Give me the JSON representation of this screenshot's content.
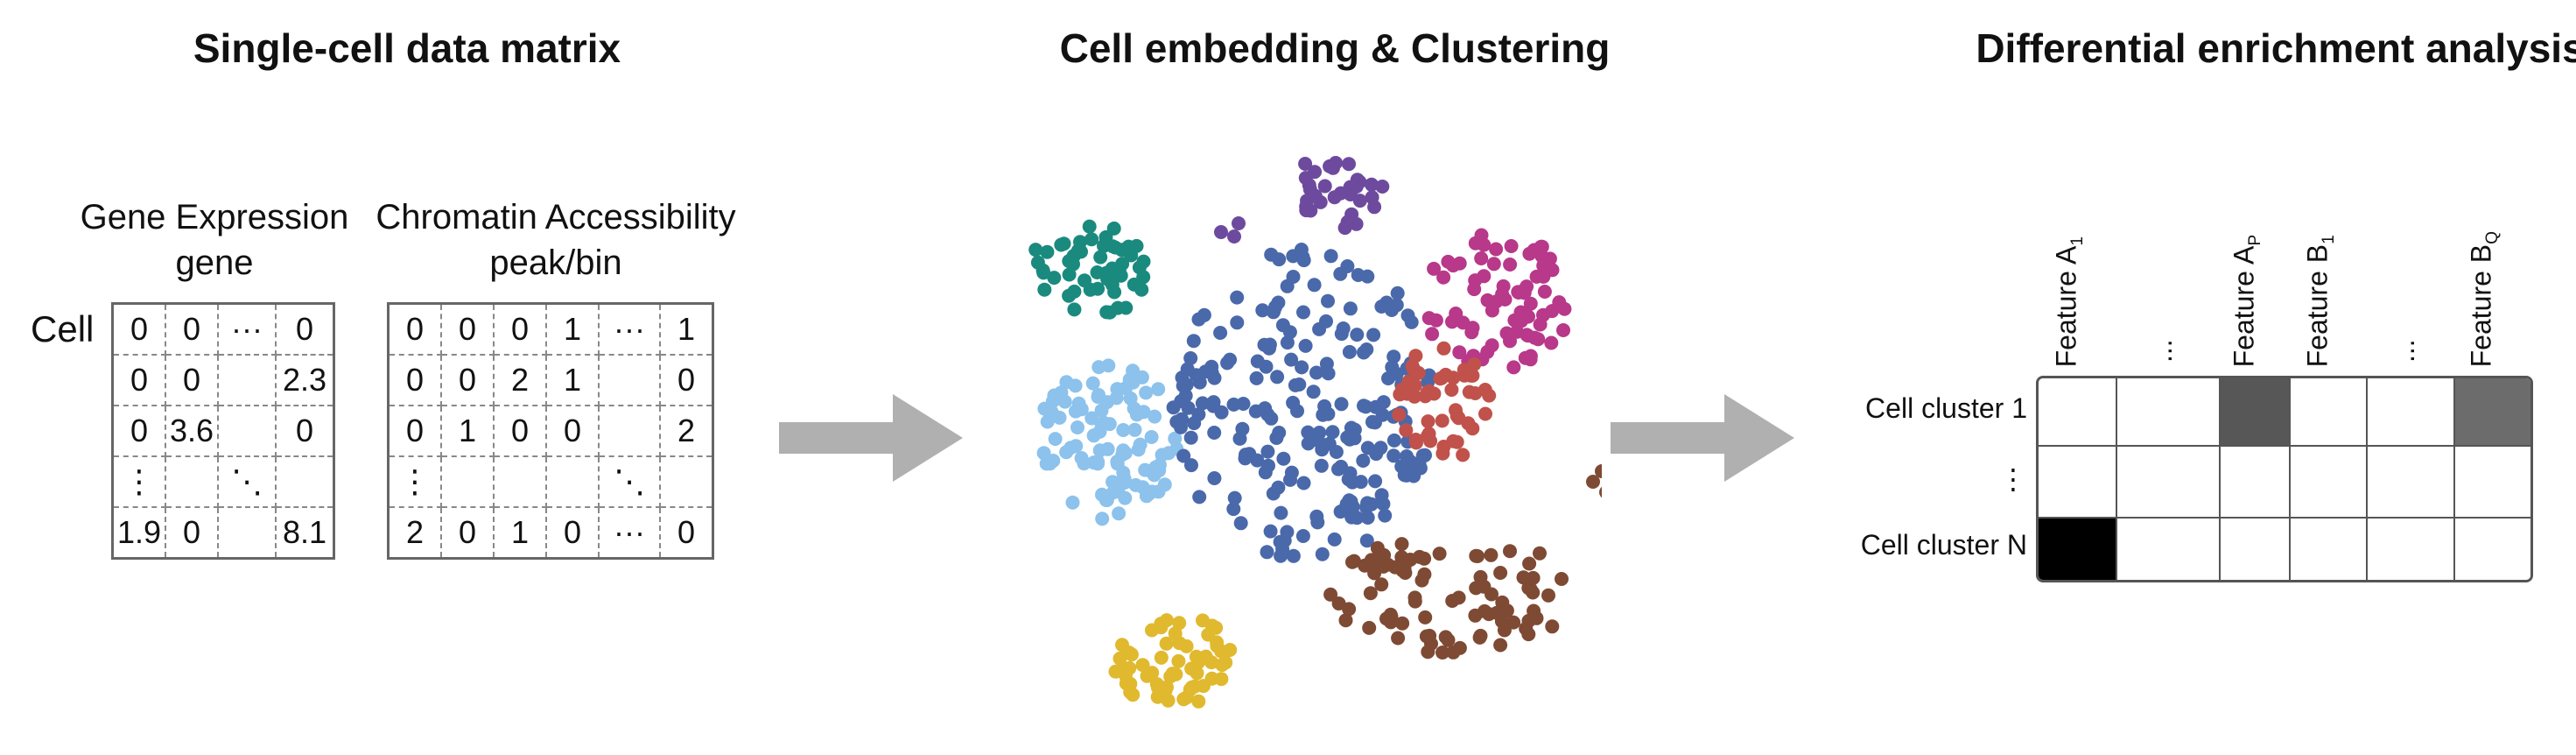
{
  "titles": {
    "matrix": "Single-cell data matrix",
    "embedding": "Cell embedding & Clustering",
    "enrichment": "Differential enrichment analysis"
  },
  "gene": {
    "label": "Gene Expression",
    "sublabel": "gene",
    "rows": [
      [
        "0",
        "0",
        "···",
        "0"
      ],
      [
        "0",
        "0",
        "",
        "2.3"
      ],
      [
        "0",
        "3.6",
        "",
        "0"
      ],
      [
        "⋮",
        "",
        "⋱",
        ""
      ],
      [
        "1.9",
        "0",
        "",
        "8.1"
      ]
    ]
  },
  "chromatin": {
    "label": "Chromatin Accessibility",
    "sublabel": "peak/bin",
    "rows": [
      [
        "0",
        "0",
        "0",
        "1",
        "···",
        "1"
      ],
      [
        "0",
        "0",
        "2",
        "1",
        "",
        "0"
      ],
      [
        "0",
        "1",
        "0",
        "0",
        "",
        "2"
      ],
      [
        "⋮",
        "",
        "",
        "",
        "⋱",
        ""
      ],
      [
        "2",
        "0",
        "1",
        "0",
        "···",
        "0"
      ]
    ]
  },
  "cell_label": "Cell",
  "cluster_colors": {
    "teal": "#1a8a7e",
    "purple": "#6e4a9e",
    "magenta": "#b8388a",
    "lightblue": "#8cc2ec",
    "blue": "#4a69aa",
    "red": "#c0524b",
    "brown": "#7e4a34",
    "yellow": "#e0b92e"
  },
  "heatmap": {
    "columns": [
      {
        "main": "Feature A",
        "sub": "1"
      },
      {
        "main": "...",
        "sub": ""
      },
      {
        "main": "Feature A",
        "sub": "P"
      },
      {
        "main": "Feature B",
        "sub": "1"
      },
      {
        "main": "...",
        "sub": ""
      },
      {
        "main": "Feature B",
        "sub": "Q"
      }
    ],
    "rows": [
      "Cell cluster 1",
      "⋮",
      "Cell cluster N"
    ],
    "values": [
      [
        0,
        0,
        0.6,
        0,
        0,
        0.5
      ],
      [
        0,
        0,
        0,
        0,
        0,
        0
      ],
      [
        1,
        0,
        0,
        0,
        0,
        0
      ]
    ]
  },
  "arrow_color": "#b0b0b0"
}
